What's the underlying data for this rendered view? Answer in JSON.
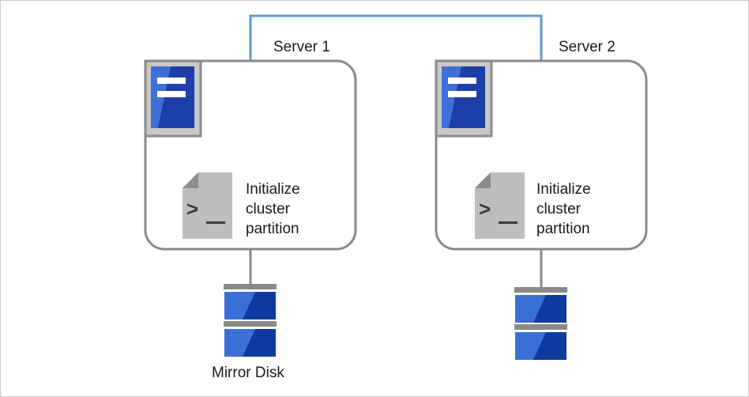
{
  "diagram": {
    "servers": [
      {
        "name": "Server 1",
        "script_icon": "terminal-script-icon",
        "server_icon": "server-icon",
        "action_lines": [
          "Initialize",
          "cluster",
          "partition"
        ]
      },
      {
        "name": "Server 2",
        "script_icon": "terminal-script-icon",
        "server_icon": "server-icon",
        "action_lines": [
          "Initialize",
          "cluster",
          "partition"
        ]
      }
    ],
    "disks": [
      {
        "label": "Mirror Disk",
        "icon": "disk-icon"
      },
      {
        "label": "",
        "icon": "disk-icon"
      }
    ],
    "colors": {
      "interconnect": "#5b9bd5",
      "frame": "#8a8a8a",
      "server_blue": "#1e3ea8",
      "disk_blue": "#2a5bc7",
      "script_gray": "#bdbdbd"
    }
  }
}
